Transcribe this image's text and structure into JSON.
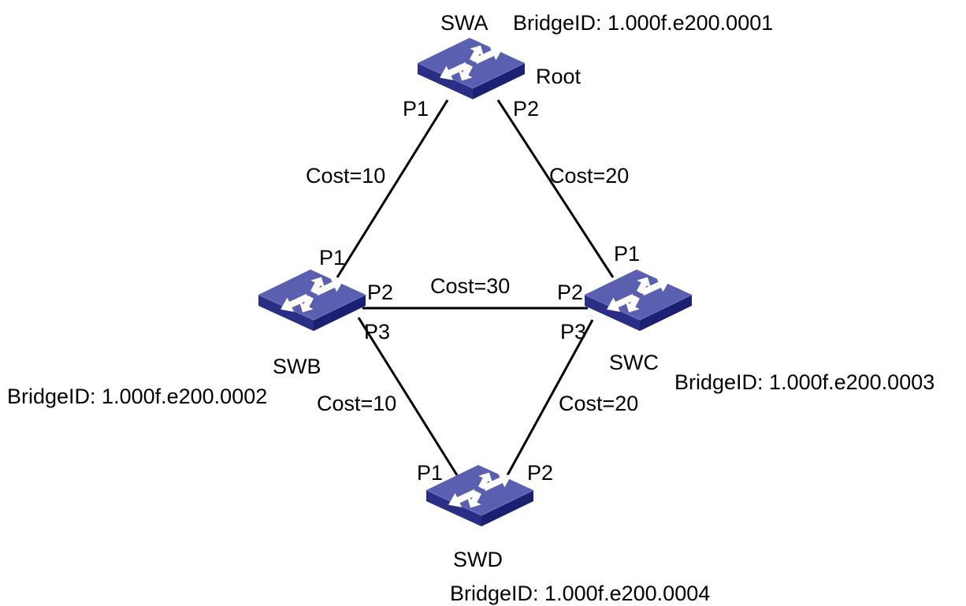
{
  "switches": {
    "swa": {
      "name": "SWA",
      "bridge_id": "BridgeID: 1.000f.e200.0001",
      "role": "Root",
      "ports": {
        "p1": "P1",
        "p2": "P2"
      }
    },
    "swb": {
      "name": "SWB",
      "bridge_id": "BridgeID: 1.000f.e200.0002",
      "ports": {
        "p1": "P1",
        "p2": "P2",
        "p3": "P3"
      }
    },
    "swc": {
      "name": "SWC",
      "bridge_id": "BridgeID: 1.000f.e200.0003",
      "ports": {
        "p1": "P1",
        "p2": "P2",
        "p3": "P3"
      }
    },
    "swd": {
      "name": "SWD",
      "bridge_id": "BridgeID: 1.000f.e200.0004",
      "ports": {
        "p1": "P1",
        "p2": "P2"
      }
    }
  },
  "links": {
    "swa_swb": {
      "cost": "Cost=10"
    },
    "swa_swc": {
      "cost": "Cost=20"
    },
    "swb_swc": {
      "cost": "Cost=30"
    },
    "swb_swd": {
      "cost": "Cost=10"
    },
    "swc_swd": {
      "cost": "Cost=20"
    }
  },
  "icon": {
    "name": "switch-icon",
    "color": "#3c41a0"
  }
}
